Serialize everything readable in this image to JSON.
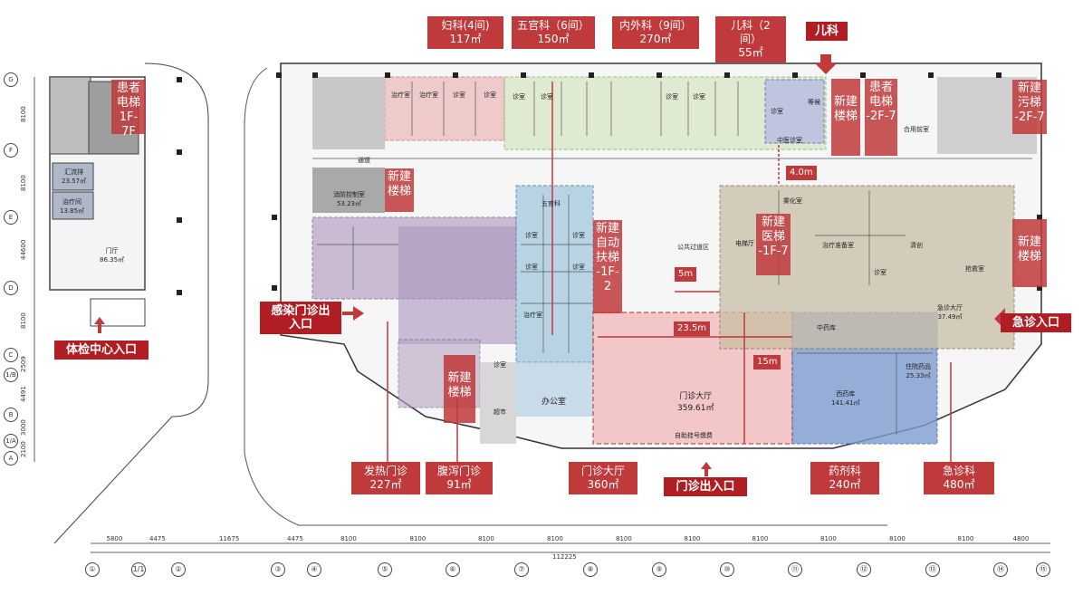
{
  "callouts_top": [
    {
      "name": "gynecology",
      "text": "妇科(4间)\n117㎡"
    },
    {
      "name": "ent",
      "text": "五官科（6间）\n150㎡"
    },
    {
      "name": "internal-surgery",
      "text": "内外科（9间）\n270㎡"
    },
    {
      "name": "pediatrics",
      "text": "儿科（2间）\n55㎡"
    }
  ],
  "callouts_bottom": [
    {
      "name": "fever-clinic",
      "text": "发热门诊\n227㎡"
    },
    {
      "name": "diarrhea-clinic",
      "text": "腹泻门诊\n91㎡"
    },
    {
      "name": "outpatient-hall",
      "text": "门诊大厅\n360㎡"
    },
    {
      "name": "pharmacy",
      "text": "药剂科\n240㎡"
    },
    {
      "name": "emergency",
      "text": "急诊科\n480㎡"
    }
  ],
  "entrances": {
    "pediatrics": "儿科",
    "infection": "感染门诊出\n入口",
    "emergency": "急诊入口",
    "outpatient": "门诊出入口",
    "checkup": "体检中心入口"
  },
  "overlays": {
    "patient_elevator_left": "患者\n电梯\n1F-7F",
    "new_stair_1": "新建\n楼梯",
    "new_stair_2": "新建\n楼梯",
    "patient_elevator_right": "患者\n电梯\n-2F-7",
    "new_sewage": "新建\n污梯\n-2F-7",
    "new_escalator": "新建\n自动\n扶梯\n-1F-2",
    "new_medical_elevator": "新建\n医梯\n-1F-7",
    "new_stair_3": "新建\n楼梯",
    "new_stair_4": "新建\n楼梯"
  },
  "dimensions": {
    "d1": "4.0m",
    "d2": "5m",
    "d3": "23.5m",
    "d4": "15m"
  },
  "rooms": {
    "left_annex": [
      "汇流排\n23.57㎡",
      "治疗间\n13.85㎡",
      "门厅\n86.35㎡"
    ],
    "main": [
      "治疗室",
      "治疗室",
      "诊室",
      "诊室",
      "诊室",
      "诊室",
      "诊室",
      "诊室",
      "诊室",
      "消防控制室\n53.23㎡",
      "五官科",
      "诊室",
      "诊室",
      "诊室",
      "诊室",
      "治疗室",
      "诊室",
      "门诊大厅\n359.61㎡",
      "办公室",
      "超市",
      "中药库",
      "西药库\n141.41㎡",
      "住院药品\n25.33㎡",
      "急诊大厅\n37.49㎡",
      "雾化室",
      "治疗准备室",
      "清创",
      "诊室",
      "抢救室",
      "电梯厅",
      "公共过道区",
      "等候",
      "合用前室",
      "中医诊室",
      "通道",
      "自助挂号缴费"
    ]
  },
  "axis_bottom": {
    "numbers": [
      "①",
      "1/1",
      "②",
      "③",
      "④",
      "⑤",
      "⑥",
      "⑦",
      "⑧",
      "⑨",
      "⑩",
      "⑪",
      "⑫",
      "⑬",
      "⑭",
      "⑮"
    ],
    "spans": [
      "5800",
      "4475",
      "11675",
      "4475",
      "8100",
      "8100",
      "8100",
      "8100",
      "8100",
      "8100",
      "8100",
      "8100",
      "8100",
      "8100",
      "4800"
    ],
    "total": "112225"
  },
  "axis_left": {
    "letters": [
      "G",
      "F",
      "E",
      "D",
      "C",
      "1/B",
      "B",
      "1/A",
      "A"
    ],
    "spans": [
      "8100",
      "8100",
      "44600",
      "8100",
      "2509",
      "4491",
      "3000",
      "2100"
    ]
  }
}
